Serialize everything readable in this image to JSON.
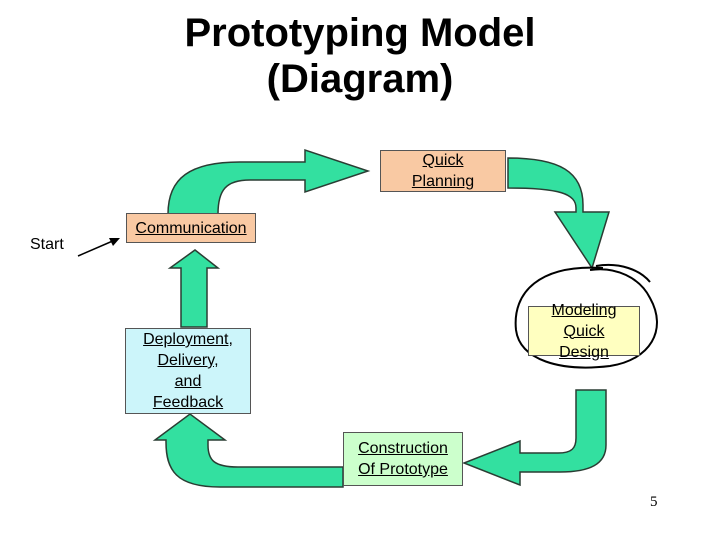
{
  "title": {
    "line1": "Prototyping Model",
    "line2": "(Diagram)"
  },
  "start_label": "Start",
  "boxes": {
    "quick_planning": {
      "lines": [
        "Quick",
        "Planning"
      ],
      "fill": "#F9C9A3"
    },
    "communication": {
      "lines": [
        "Communication"
      ],
      "fill": "#F9C9A3"
    },
    "modeling": {
      "lines": [
        "Modeling",
        "Quick",
        "Design"
      ],
      "fill": "#FFFFC0"
    },
    "deployment": {
      "lines": [
        "Deployment,",
        "Delivery,",
        "and",
        "Feedback"
      ],
      "fill": "#CCF5FA"
    },
    "construction": {
      "lines": [
        "Construction",
        "Of Prototype"
      ],
      "fill": "#CCFFCC"
    }
  },
  "colors": {
    "arrow_fill": "#33E0A0",
    "arrow_stroke": "#2A3D33"
  },
  "page_number": "5"
}
